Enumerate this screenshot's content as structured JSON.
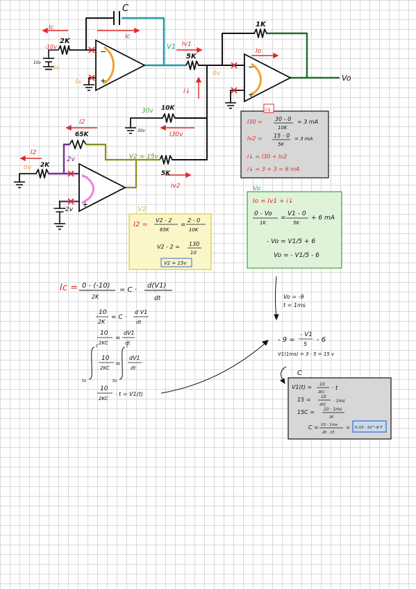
{
  "circuit": {
    "cap_label": "C",
    "ic_top": "Ic",
    "ic_arrow": "Ic",
    "r_2k_top": "2K",
    "v_minus10": "-10v",
    "v_10": "10v",
    "v_0_a": "0v",
    "v_0_b": "0v",
    "v1_node": "V1",
    "iv1_label": "Iv1",
    "r_5k_mid": "5K",
    "r_1k": "1K",
    "io_label": "Io",
    "v_0_c": "0v",
    "vo_out": "Vo",
    "i_down": "i↓",
    "v_30": "30v",
    "r_10k": "10K",
    "v_30_src": "30v",
    "i_30": "I30v",
    "i2_arrow": "I2",
    "r_65k": "65K",
    "i2_left": "I2",
    "v_2": "2v",
    "v_0_d": "0v",
    "r_2k_bot": "2K",
    "v2_node": "V2 = 15v",
    "r_5k_bot": "5K",
    "iv2_label": "iv2",
    "v_2_src": "2v"
  },
  "box_current": {
    "tag": "i↓",
    "line1_lhs": "I30 =",
    "line1_num": "30 - 0",
    "line1_den": "10K",
    "line1_res": "= 3 mA",
    "line2_lhs": "Iv2 =",
    "line2_num": "15 - 0",
    "line2_den": "5K",
    "line2_res": "= 3 mA",
    "line3": "i↓ = I30 + Iv2",
    "line4": "i↓ = 3 + 3 = 6 mA"
  },
  "box_vo": {
    "title": "Vo",
    "line1": "Io = Iv1 + i↓",
    "line2_num_a": "0 - Vo",
    "line2_den_a": "1K",
    "line2_eq": "=",
    "line2_num_b": "V1 - 0",
    "line2_den_b": "5K",
    "line2_rest": "+ 6 mA",
    "line3": "- Vo = V1/5 + 6",
    "line4": "Vo = - V1/5 - 6"
  },
  "box_v2": {
    "title": "V2",
    "lhs": "I2 =",
    "num_a": "V2 - 2",
    "den_a": "65K",
    "eq": "=",
    "num_b": "2 - 0",
    "den_b": "10K",
    "line2_lhs": "V2 - 2 =",
    "line2_num": "130",
    "line2_den": "10",
    "result": "V2 = 15v"
  },
  "ic_derivation": {
    "lhs": "Ic =",
    "num1": "0 - (-10)",
    "den1": "2K",
    "eq1": "= C ·",
    "num2": "d(V1)",
    "den2": "dt",
    "s2_num": "10",
    "s2_den": "2K",
    "s2_mid": "= C ·",
    "s2_num2": "d V1",
    "s2_den2": "dt",
    "s3_num": "10",
    "s3_den": "2KC",
    "s3_eq": "=",
    "s3_num2": "dV1",
    "s3_den2": "dt",
    "s4_num": "10",
    "s4_den": "2KC",
    "s4_eq": "=",
    "s4_num2": "dV1",
    "s4_den2": "dt",
    "int_upper": "t",
    "int_lower": "to",
    "s5_num": "10",
    "s5_den": "2KC",
    "s5_rest": "· t = V1(t)"
  },
  "condition": {
    "line1": "Vo = -9",
    "line2": "t = 1ms"
  },
  "solve": {
    "lhs": "- 9 =",
    "num": "- V1",
    "den": "5",
    "rest": "- 6",
    "line2": "V1(1ms) = 3 · 5 = 15 v"
  },
  "box_c": {
    "title": "C",
    "l1_lhs": "V1(t) =",
    "l1_num": "10",
    "l1_den": "2KC",
    "l1_rest": "· t",
    "l2_lhs": "15 =",
    "l2_num": "10",
    "l2_den": "2KC",
    "l2_rest": "· 1ms",
    "l3_lhs": "15C =",
    "l3_num": "10 · 1ms",
    "l3_den": "2K",
    "l4_lhs": "C =",
    "l4_num": "10 · 1ms",
    "l4_den": "2K · 15",
    "l4_eq": "=",
    "result": "0.33 · 10^-6 F"
  },
  "colors": {
    "wire_black": "#111111",
    "wire_teal": "#1a9ba5",
    "wire_dark_green": "#1f6b2e",
    "wire_olive": "#8a8a1a",
    "wire_purple": "#7a2f8f",
    "red": "#e02828",
    "orange": "#f0a030",
    "pink": "#f080e0",
    "green_text": "#3aa53a",
    "blue": "#2e6fd0",
    "box_grey": "#d7d7d7",
    "box_green": "#dff3d9",
    "box_yellow": "#fbf6c8"
  }
}
